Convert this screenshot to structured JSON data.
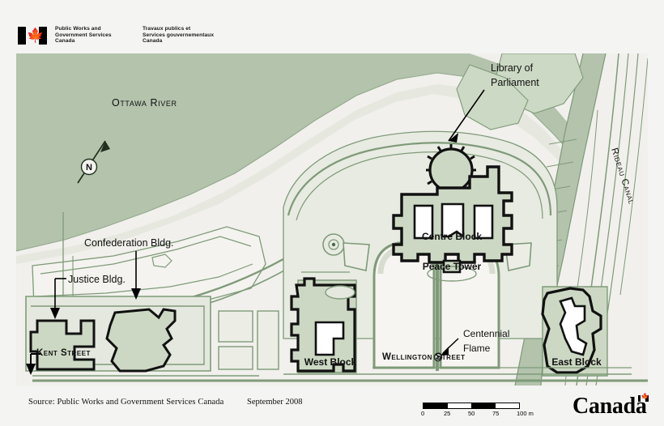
{
  "header": {
    "flag_icon": "canada-flag-icon",
    "dept_en": "Public Works and\nGovernment Services\nCanada",
    "dept_fr": "Travaux publics et\nServices gouvernementaux\nCanada"
  },
  "map": {
    "compass": {
      "label": "N",
      "icon": "north-arrow-icon"
    },
    "water_labels": [
      {
        "id": "ottawa-river",
        "text": "Ottawa River"
      },
      {
        "id": "rideau-canal",
        "text": "Rideau Canal"
      }
    ],
    "street_labels": [
      {
        "id": "kent-street",
        "text": "Kent Street"
      },
      {
        "id": "wellington-street",
        "text": "Wellington Street"
      }
    ],
    "building_labels": [
      {
        "id": "centre-block",
        "text": "Centre Block"
      },
      {
        "id": "peace-tower",
        "text": "Peace Tower"
      },
      {
        "id": "west-block",
        "text": "West Block"
      },
      {
        "id": "east-block",
        "text": "East Block"
      }
    ],
    "callouts": [
      {
        "id": "library-of-parliament",
        "line1": "Library of",
        "line2": "Parliament"
      },
      {
        "id": "confederation-bldg",
        "line1": "Confederation Bldg.",
        "line2": ""
      },
      {
        "id": "justice-bldg",
        "line1": "Justice Bldg.",
        "line2": ""
      },
      {
        "id": "centennial-flame",
        "line1": "Centennial",
        "line2": "Flame"
      }
    ],
    "colors": {
      "water": "#b3c3ac",
      "land": "#edece6",
      "park": "#ccd9c4",
      "building_fill": "#ccd8c3",
      "outline": "#6d8a6a",
      "building_outline": "#111111",
      "courtyard": "#ffffff",
      "background": "#f1f0ec"
    }
  },
  "footer": {
    "source": "Source: Public Works and Government Services Canada",
    "date": "September 2008",
    "scale": {
      "ticks": [
        "0",
        "25",
        "50",
        "75",
        "100 m"
      ]
    },
    "wordmark": "Canada"
  }
}
